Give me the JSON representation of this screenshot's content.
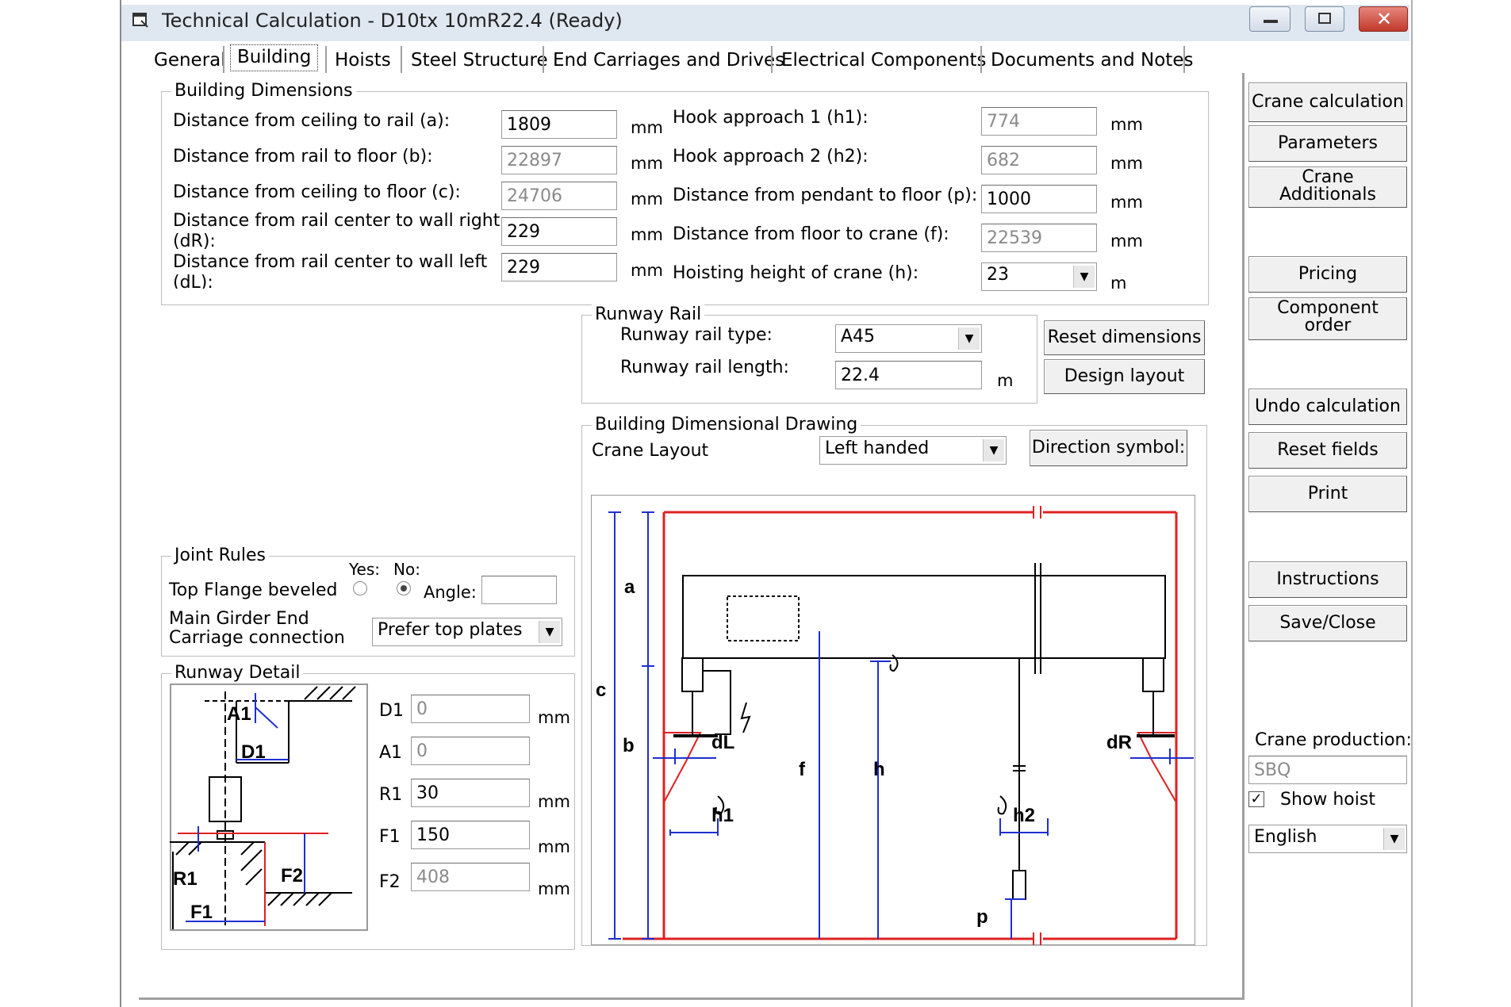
{
  "window": {
    "title": "Technical Calculation - D10tx 10mR22.4 (Ready)"
  },
  "tabs": [
    {
      "label": "General"
    },
    {
      "label": "Building"
    },
    {
      "label": "Hoists"
    },
    {
      "label": "Steel Structure"
    },
    {
      "label": "End Carriages and Drives"
    },
    {
      "label": "Electrical Components"
    },
    {
      "label": "Documents and Notes"
    }
  ],
  "building_dimensions": {
    "legend": "Building Dimensions",
    "ceiling_to_rail": {
      "label": "Distance from ceiling to rail (a):",
      "value": "1809",
      "unit": "mm"
    },
    "rail_to_floor": {
      "label": "Distance from rail to floor (b):",
      "value": "22897",
      "unit": "mm"
    },
    "ceiling_to_floor": {
      "label": "Distance from ceiling to floor (c):",
      "value": "24706",
      "unit": "mm"
    },
    "rail_to_wall_right": {
      "label1": "Distance from rail center to wall right",
      "label2": "(dR):",
      "value": "229",
      "unit": "mm"
    },
    "rail_to_wall_left": {
      "label1": "Distance from rail center to wall left",
      "label2": "(dL):",
      "value": "229",
      "unit": "mm"
    },
    "hook_approach_1": {
      "label": "Hook approach 1 (h1):",
      "value": "774",
      "unit": "mm"
    },
    "hook_approach_2": {
      "label": "Hook approach 2 (h2):",
      "value": "682",
      "unit": "mm"
    },
    "pendant_to_floor": {
      "label": "Distance from pendant to floor (p):",
      "value": "1000",
      "unit": "mm"
    },
    "floor_to_crane": {
      "label": "Distance from floor to crane (f):",
      "value": "22539",
      "unit": "mm"
    },
    "hoisting_height": {
      "label": "Hoisting height of crane (h):",
      "value": "23",
      "unit": "m"
    }
  },
  "runway_rail": {
    "legend": "Runway Rail",
    "type_label": "Runway rail type:",
    "type_value": "A45",
    "length_label": "Runway rail length:",
    "length_value": "22.4",
    "length_unit": "m",
    "reset_dimensions": "Reset dimensions",
    "design_layout": "Design layout"
  },
  "drawing": {
    "legend": "Building Dimensional Drawing",
    "layout_label": "Crane Layout",
    "layout_value": "Left handed",
    "direction_symbol": "Direction symbol:",
    "labels": {
      "a": "a",
      "b": "b",
      "c": "c",
      "f": "f",
      "h": "h",
      "dL": "dL",
      "dR": "dR",
      "h1": "h1",
      "h2": "h2",
      "p": "p"
    }
  },
  "joint_rules": {
    "legend": "Joint Rules",
    "yes": "Yes:",
    "no": "No:",
    "top_flange": "Top Flange beveled",
    "angle": "Angle:",
    "angle_value": "",
    "main_girder1": "Main Girder End",
    "main_girder2": "Carriage connection",
    "connection_value": "Prefer top plates"
  },
  "runway_detail": {
    "legend": "Runway Detail",
    "fields": [
      {
        "label": "D1",
        "value": "0",
        "unit": "mm"
      },
      {
        "label": "A1",
        "value": "0",
        "unit": ""
      },
      {
        "label": "R1",
        "value": "30",
        "unit": "mm"
      },
      {
        "label": "F1",
        "value": "150",
        "unit": "mm"
      },
      {
        "label": "F2",
        "value": "408",
        "unit": "mm"
      }
    ],
    "diagram_labels": {
      "A1": "A1",
      "D1": "D1",
      "R1": "R1",
      "F1": "F1",
      "F2": "F2"
    }
  },
  "sidebar": {
    "crane_calculation": "Crane calculation",
    "parameters": "Parameters",
    "crane_additionals1": "Crane",
    "crane_additionals2": "Additionals",
    "pricing": "Pricing",
    "component_order1": "Component",
    "component_order2": "order",
    "undo_calculation": "Undo calculation",
    "reset_fields": "Reset fields",
    "print": "Print",
    "instructions": "Instructions",
    "save_close": "Save/Close",
    "crane_production_label": "Crane production:",
    "crane_production_value": "SBQ",
    "show_hoist": "Show hoist",
    "show_hoist_checked": "✓",
    "language": "English"
  }
}
